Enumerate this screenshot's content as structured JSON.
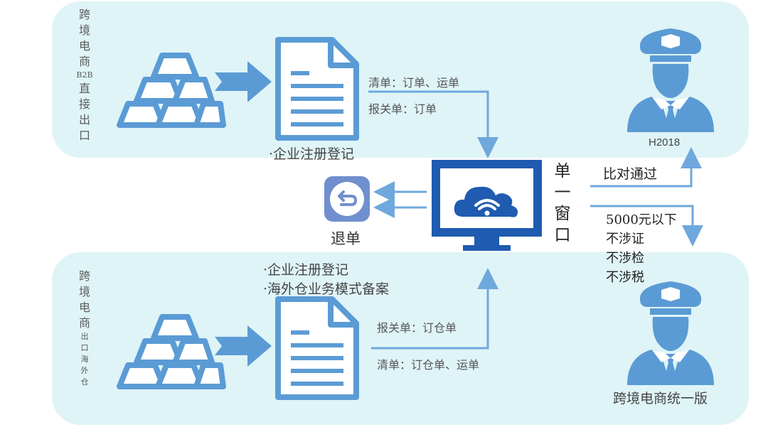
{
  "top_section": {
    "vertical_title": [
      "跨",
      "境",
      "电",
      "商",
      "B2B",
      "直",
      "接",
      "出",
      "口"
    ],
    "registration": "·企业注册登记",
    "doc_line_1": "清单：订单、运单",
    "doc_line_2": "报关单：订单",
    "customs_label": "H2018"
  },
  "bottom_section": {
    "vertical_title": [
      "跨",
      "境",
      "电",
      "商",
      "出",
      "口",
      "海",
      "外",
      "仓"
    ],
    "registration_1": "·企业注册登记",
    "registration_2": "·海外仓业务模式备案",
    "doc_line_1": "报关单：订仓单",
    "doc_line_2": "清单：订仓单、运单",
    "customs_label": "跨境电商统一版"
  },
  "single_window": {
    "chars": [
      "单",
      "一",
      "窗",
      "口"
    ],
    "return_label": "退单",
    "pass_label": "比对通过",
    "rules": [
      "5000元以下",
      "不涉证",
      "不涉检",
      "不涉税"
    ]
  },
  "colors": {
    "panel_bg": "#dff4f7",
    "icon_blue": "#5b9bd5",
    "monitor_blue": "#1f5bb0",
    "arrow_blue": "#6fa8dc"
  }
}
